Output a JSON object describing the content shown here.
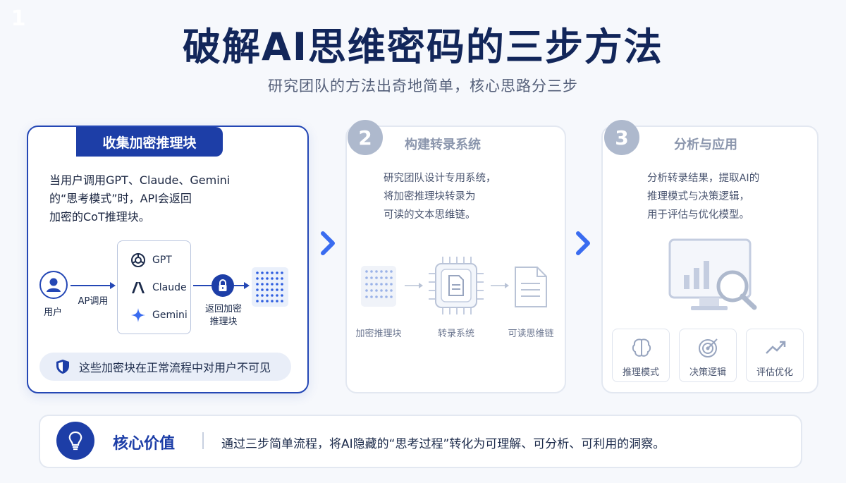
{
  "header": {
    "title": "破解AI思维密码的三步方法",
    "subtitle": "研究团队的方法出奇地简单，核心思路分三步"
  },
  "steps": [
    {
      "number": "1",
      "title": "收集加密推理块",
      "description_lines": [
        "当用户调用GPT、Claude、Gemini",
        "的“思考模式”时，API会返回",
        "加密的CoT推理块。"
      ],
      "flow": {
        "user_label": "用户",
        "call_label": "AP调用",
        "models": [
          "GPT",
          "Claude",
          "Gemini"
        ],
        "return_label_lines": [
          "返回加密",
          "推理块"
        ]
      },
      "notice": "这些加密块在正常流程中对用户不可见"
    },
    {
      "number": "2",
      "title": "构建转录系统",
      "description_lines": [
        "研究团队设计专用系统，",
        "将加密推理块转录为",
        "可读的文本思维链。"
      ],
      "flow_labels": [
        "加密推理块",
        "转录系统",
        "可读思维链"
      ]
    },
    {
      "number": "3",
      "title": "分析与应用",
      "description_lines": [
        "分析转录结果，提取AI的",
        "推理模式与决策逻辑，",
        "用于评估与优化模型。"
      ],
      "features": [
        "推理模式",
        "决策逻辑",
        "评估优化"
      ]
    }
  ],
  "core": {
    "label": "核心价值",
    "text": "通过三步简单流程，将AI隐藏的“思考过程”转化为可理解、可分析、可利用的洞察。"
  },
  "colors": {
    "primary": "#1d3ea7",
    "dim": "#aeb9cd",
    "background": "#f6f8fc"
  }
}
